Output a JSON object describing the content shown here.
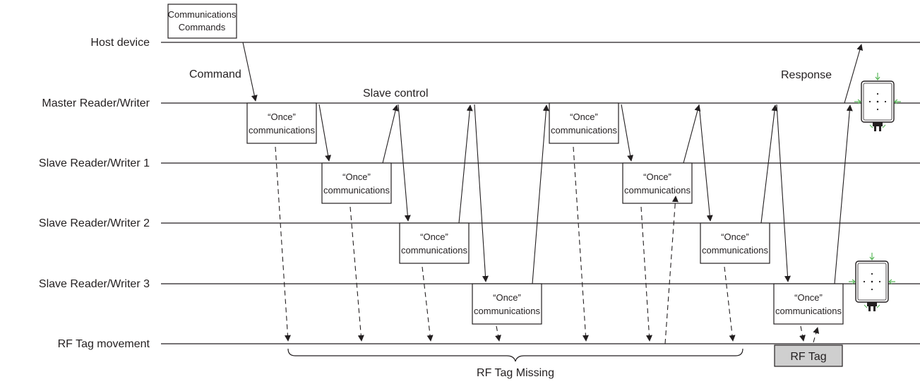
{
  "rows": [
    {
      "id": "host",
      "label": "Host device"
    },
    {
      "id": "master",
      "label": "Master Reader/Writer"
    },
    {
      "id": "slave1",
      "label": "Slave Reader/Writer 1"
    },
    {
      "id": "slave2",
      "label": "Slave Reader/Writer 2"
    },
    {
      "id": "slave3",
      "label": "Slave Reader/Writer 3"
    },
    {
      "id": "tag",
      "label": "RF Tag movement"
    }
  ],
  "host_box": {
    "line1": "Communications",
    "line2": "Commands"
  },
  "once_box": {
    "line1": "“Once”",
    "line2": "communications"
  },
  "annotations": {
    "command": "Command",
    "slave_control": "Slave control",
    "response": "Response",
    "missing": "RF Tag Missing",
    "rf_tag": "RF Tag"
  },
  "icons": [
    "reader-writer-icon"
  ]
}
